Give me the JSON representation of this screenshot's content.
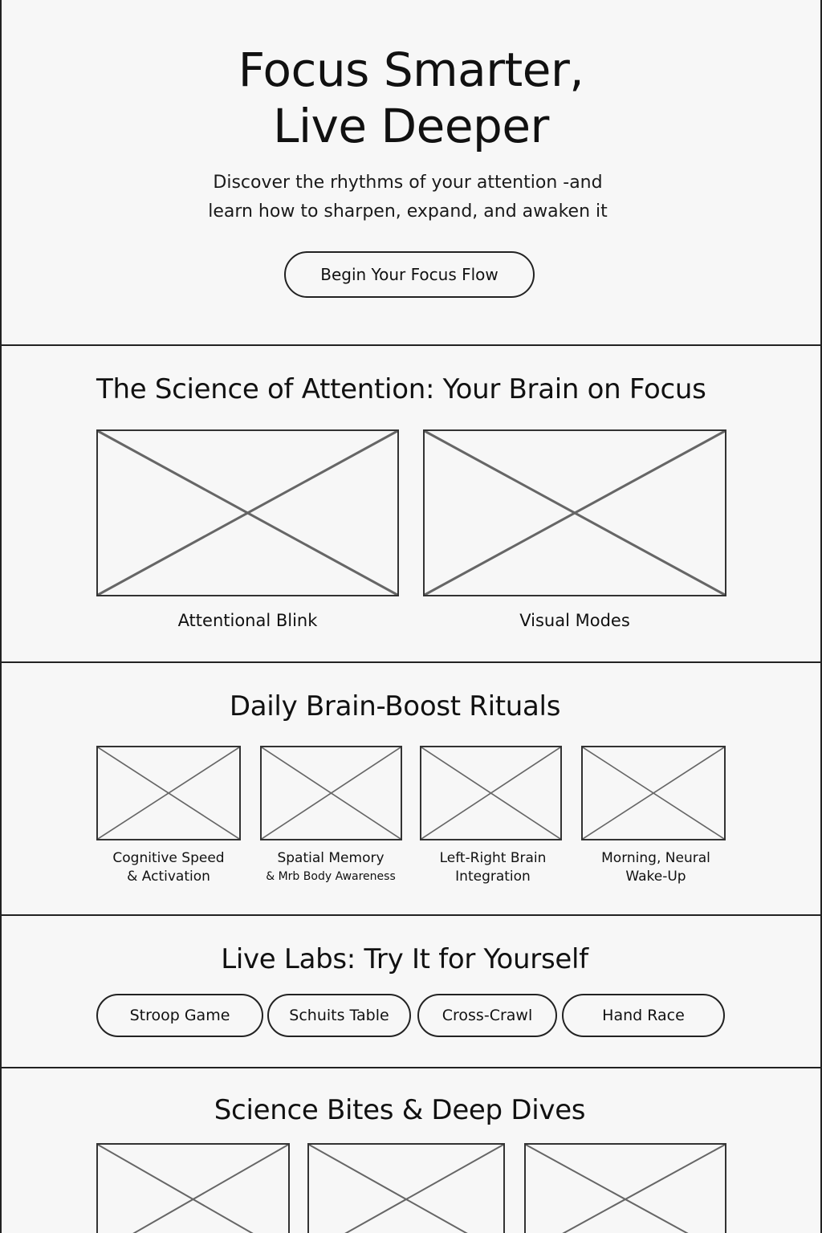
{
  "hero": {
    "title_line1": "Focus Smarter,",
    "title_line2": "Live Deeper",
    "subtitle_line1": "Discover the rhythms of your attention -and",
    "subtitle_line2": "learn how to sharpen, expand, and awaken it",
    "cta_label": "Begin Your Focus Flow"
  },
  "science": {
    "title": "The Science of Attention: Your Brain on Focus",
    "cards": [
      {
        "caption": "Attentional Blink"
      },
      {
        "caption": "Visual Modes"
      }
    ]
  },
  "rituals": {
    "title": "Daily Brain-Boost Rituals",
    "cards": [
      {
        "line1": "Cognitive Speed",
        "line2": "& Activation"
      },
      {
        "line1": "Spatial Memory",
        "line2": "& Mrb Body Awareness"
      },
      {
        "line1": "Left-Right Brain",
        "line2": "Integration"
      },
      {
        "line1": "Morning, Neural",
        "line2": "Wake-Up"
      }
    ]
  },
  "labs": {
    "title": "Live Labs: Try It for Yourself",
    "buttons": [
      "Stroop Game",
      "Schuits Table",
      "Cross-Crawl",
      "Hand Race"
    ]
  },
  "bites": {
    "title": "Science Bites & Deep Dives"
  }
}
